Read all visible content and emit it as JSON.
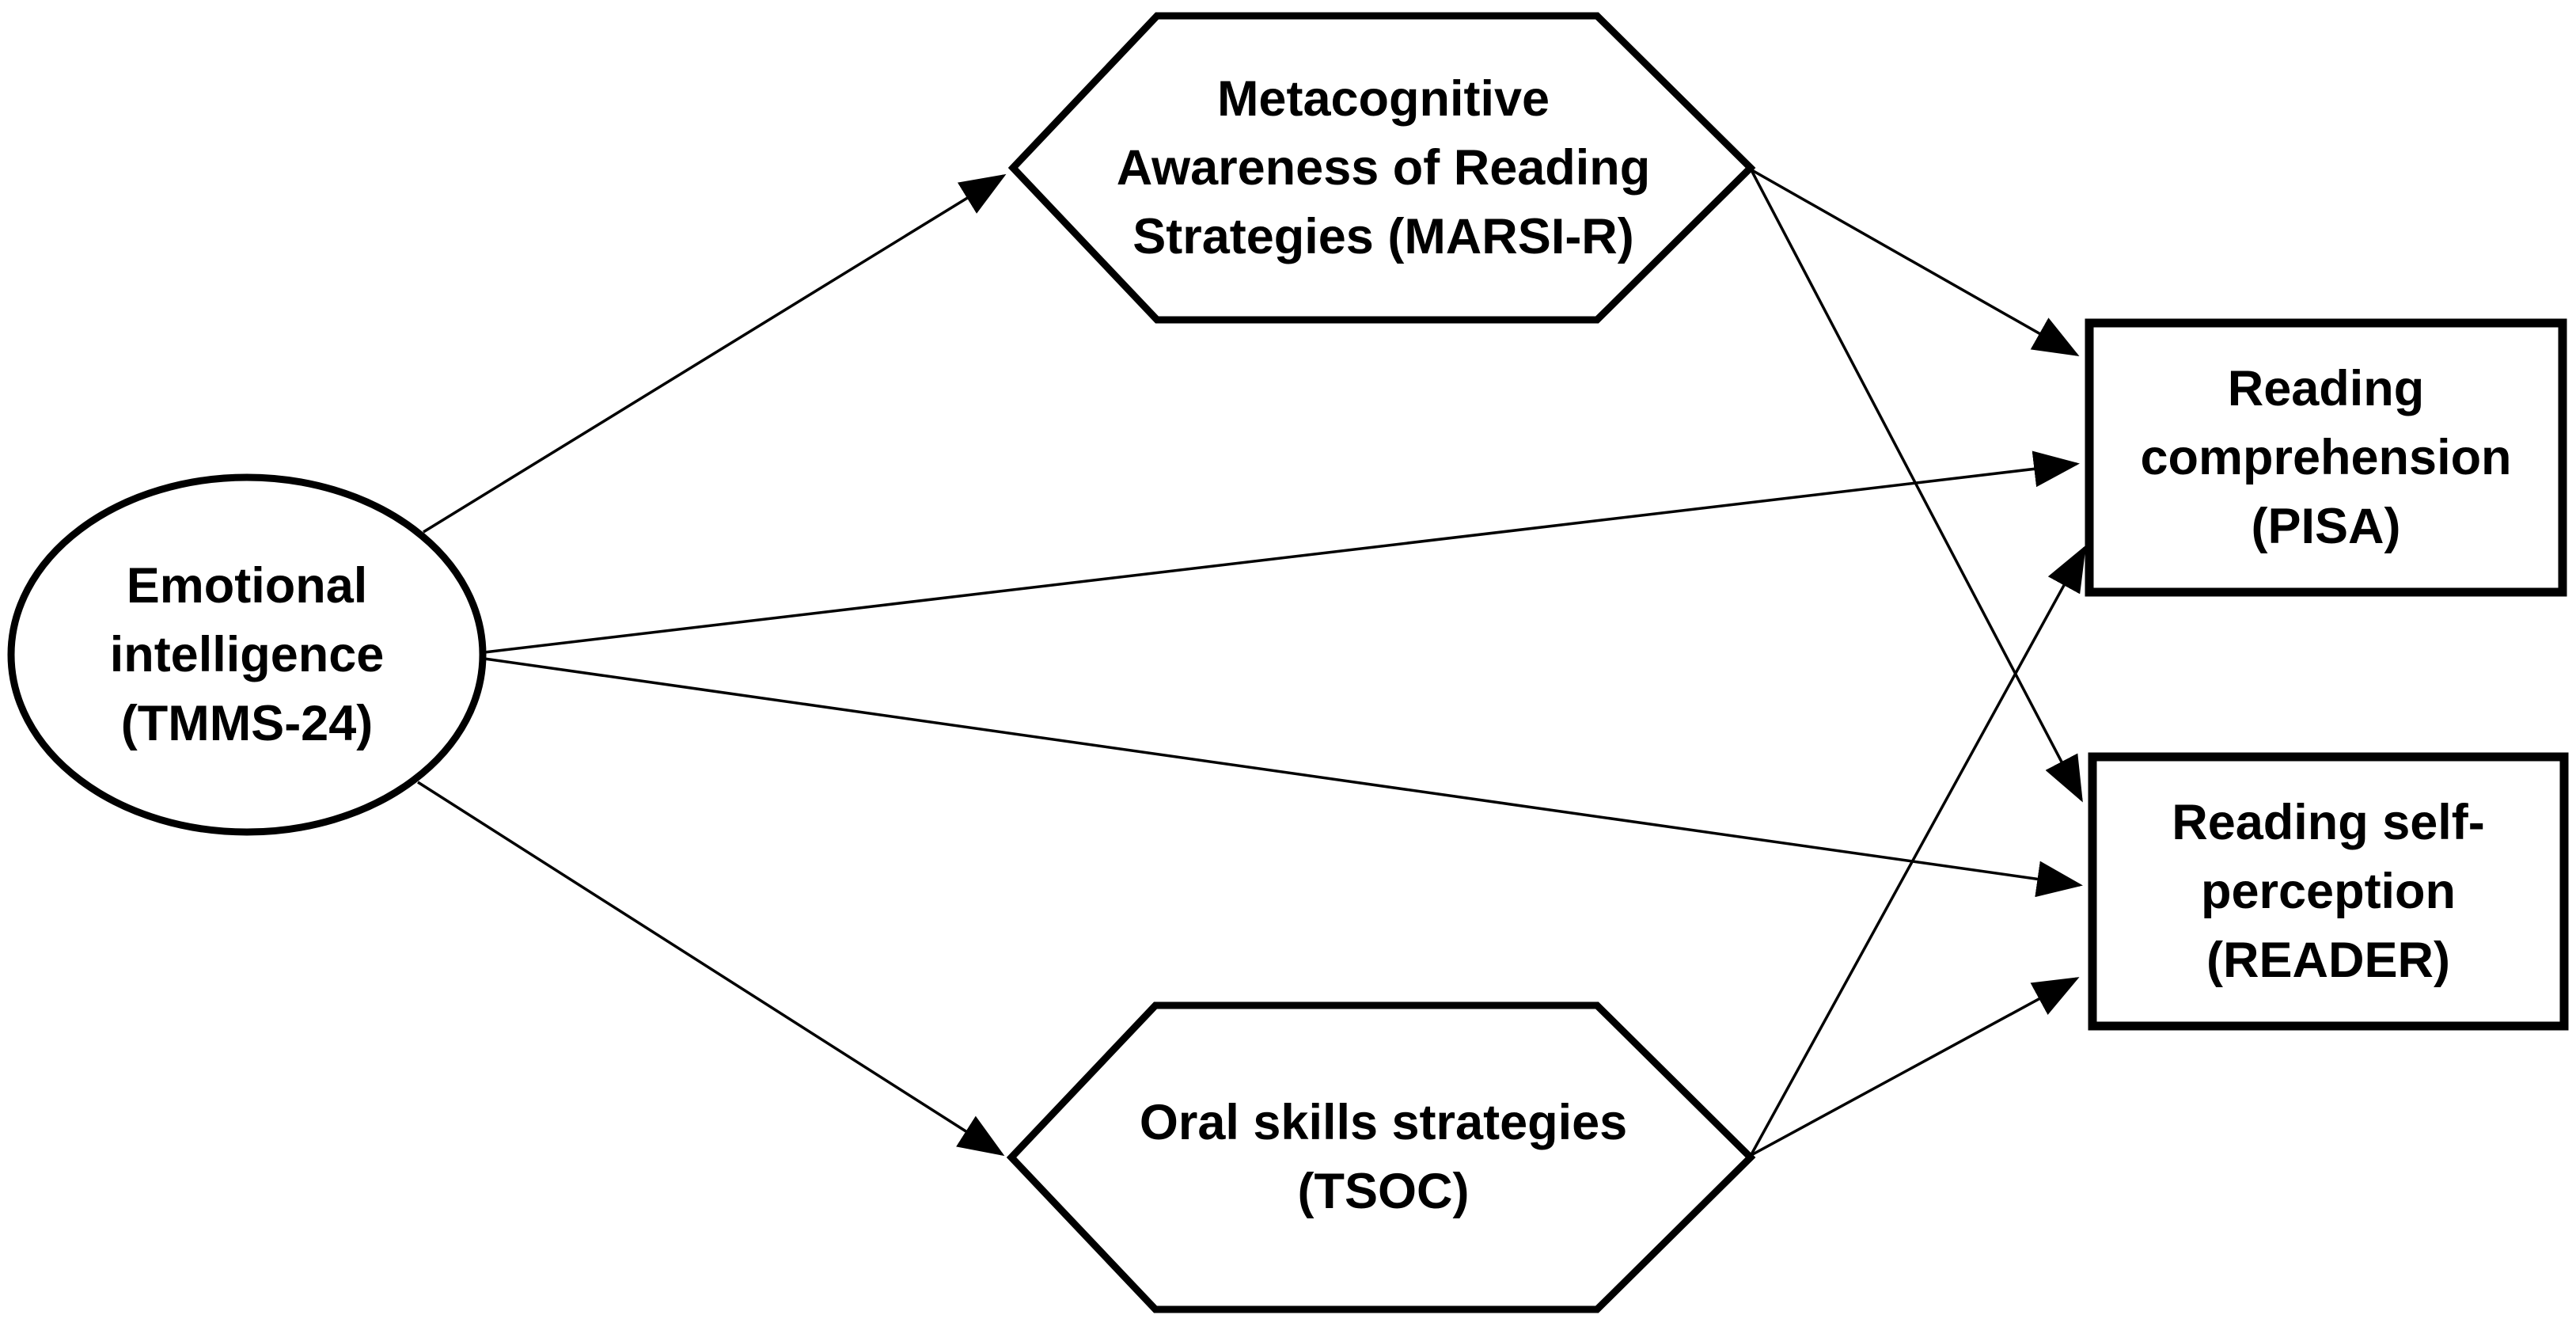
{
  "figure": {
    "type": "path-diagram",
    "background_color": "#ffffff",
    "line_color": "#000000",
    "nodes": {
      "emotional_intelligence": {
        "shape": "ellipse",
        "role": "predictor",
        "lines": [
          "Emotional",
          "intelligence",
          "(TMMS-24)"
        ]
      },
      "marsi": {
        "shape": "hexagon",
        "role": "mediator",
        "lines": [
          "Metacognitive",
          "Awareness of Reading",
          "Strategies (MARSI-R)"
        ]
      },
      "tsoc": {
        "shape": "hexagon",
        "role": "mediator",
        "lines": [
          "Oral skills strategies",
          "(TSOC)"
        ]
      },
      "pisa": {
        "shape": "rectangle",
        "role": "outcome",
        "lines": [
          "Reading",
          "comprehension",
          "(PISA)"
        ]
      },
      "reader": {
        "shape": "rectangle",
        "role": "outcome",
        "lines": [
          "Reading self-",
          "perception",
          "(READER)"
        ]
      }
    },
    "edges": [
      {
        "from": "emotional_intelligence",
        "to": "marsi"
      },
      {
        "from": "emotional_intelligence",
        "to": "tsoc"
      },
      {
        "from": "emotional_intelligence",
        "to": "pisa"
      },
      {
        "from": "emotional_intelligence",
        "to": "reader"
      },
      {
        "from": "marsi",
        "to": "pisa"
      },
      {
        "from": "marsi",
        "to": "reader"
      },
      {
        "from": "tsoc",
        "to": "pisa"
      },
      {
        "from": "tsoc",
        "to": "reader"
      }
    ]
  }
}
